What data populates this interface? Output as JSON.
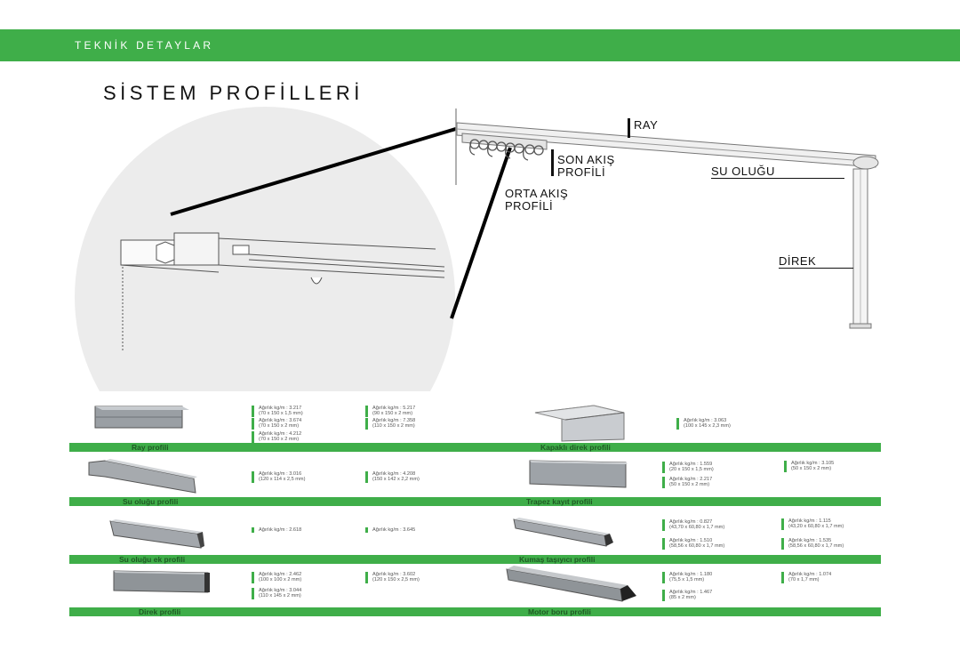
{
  "header": {
    "title": "TEKNİK DETAYLAR"
  },
  "page_title": "SİSTEM PROFİLLERİ",
  "callouts": {
    "ray": "RAY",
    "son_akis_1": "SON AKIŞ",
    "son_akis_2": "PROFİLİ",
    "su_olugu": "SU OLUĞU",
    "orta_akis_1": "ORTA AKIŞ",
    "orta_akis_2": "PROFİLİ",
    "direk": "DİREK"
  },
  "products": [
    {
      "label": "Ray profili",
      "specs": [
        [
          "Ağırlık kg/m : 3.217",
          "(70 x 150 x 1,5 mm)"
        ],
        [
          "Ağırlık kg/m : 5.217",
          "(90 x 150 x 2 mm)"
        ],
        [
          "Ağırlık kg/m : 3.674",
          "(70 x 150 x 2 mm)"
        ],
        [
          "Ağırlık kg/m : 7.358",
          "(110 x 150 x 2 mm)"
        ],
        [
          "Ağırlık kg/m : 4.212",
          "(70 x 150 x 2 mm)"
        ]
      ]
    },
    {
      "label": "Kapaklı direk profili",
      "specs": [
        [
          "Ağırlık kg/m : 3.063",
          "(100 x 145 x 2,3 mm)"
        ]
      ]
    },
    {
      "label": "Su oluğu profili",
      "specs": [
        [
          "Ağırlık kg/m : 3.016",
          "(120 x 114 x 2,5 mm)"
        ],
        [
          "Ağırlık kg/m : 4.208",
          "(150 x 142 x 2,2 mm)"
        ]
      ]
    },
    {
      "label": "Trapez kayıt profili",
      "specs": [
        [
          "Ağırlık kg/m : 1.559",
          "(20 x 150 x 1,5 mm)"
        ],
        [
          "Ağırlık kg/m : 3.105",
          "(50 x 150 x 2 mm)"
        ],
        [
          "Ağırlık kg/m : 2.217",
          "(50 x 150 x 2 mm)"
        ]
      ]
    },
    {
      "label": "Su oluğu ek profili",
      "specs": [
        [
          "Ağırlık kg/m : 2.618",
          ""
        ],
        [
          "Ağırlık kg/m : 3.645",
          ""
        ]
      ]
    },
    {
      "label": "Kumaş taşıyıcı profili",
      "specs": [
        [
          "Ağırlık kg/m : 0.827",
          "(43,70 x 60,80 x 1,7 mm)"
        ],
        [
          "Ağırlık kg/m : 1.115",
          "(43,20 x 60,80 x 1,7 mm)"
        ],
        [
          "Ağırlık kg/m : 1.510",
          "(58,56 x 60,80 x 1,7 mm)"
        ],
        [
          "Ağırlık kg/m : 1.535",
          "(58,56 x 60,80 x 1,7 mm)"
        ]
      ]
    },
    {
      "label": "Direk profili",
      "specs": [
        [
          "Ağırlık kg/m : 2.462",
          "(100 x 100 x 2 mm)"
        ],
        [
          "Ağırlık kg/m : 3.602",
          "(120 x 150 x 2,5 mm)"
        ],
        [
          "Ağırlık kg/m : 3.044",
          "(110 x 145 x 2 mm)"
        ]
      ]
    },
    {
      "label": "Motor boru profili",
      "specs": [
        [
          "Ağırlık kg/m : 1.180",
          "(75,5 x 1,5 mm)"
        ],
        [
          "Ağırlık kg/m : 1.074",
          "(70 x 1,7 mm)"
        ],
        [
          "Ağırlık kg/m : 1.467",
          "(85 x 2 mm)"
        ]
      ]
    }
  ]
}
